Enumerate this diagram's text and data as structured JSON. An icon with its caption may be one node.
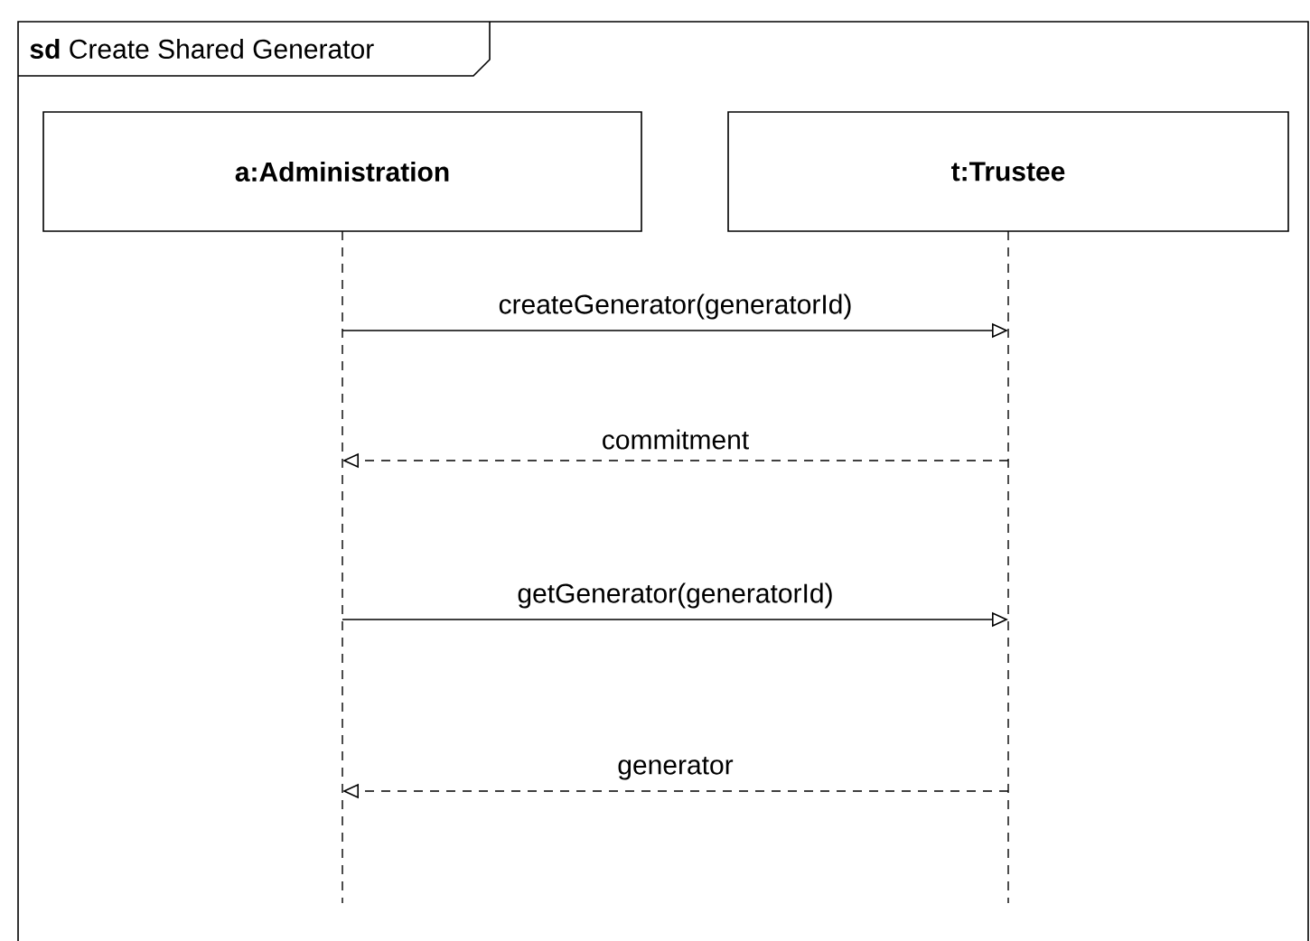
{
  "diagram": {
    "nodes": [
      {
        "text": [
          "**sd** Create Shared Generator"
        ]
      },
      {
        "text": [
          "a:Administration"
        ],
        "in": 0
      },
      {
        "text": [
          "t:Trustee"
        ],
        "in": 0
      }
    ],
    "edges": [
      {
        "from": 1,
        "to": 2,
        "arrow": "to",
        "label": "createGenerator(generatorId)"
      },
      {
        "from": 2,
        "to": 1,
        "arrow": "to",
        "label": "commitment",
        "style": "dashed"
      },
      {
        "from": 1,
        "to": 2,
        "arrow": "to",
        "label": "getGenerator(generatorId)"
      },
      {
        "from": 2,
        "to": 1,
        "arrow": "to",
        "label": "generator",
        "style": "dashed"
      }
    ]
  }
}
